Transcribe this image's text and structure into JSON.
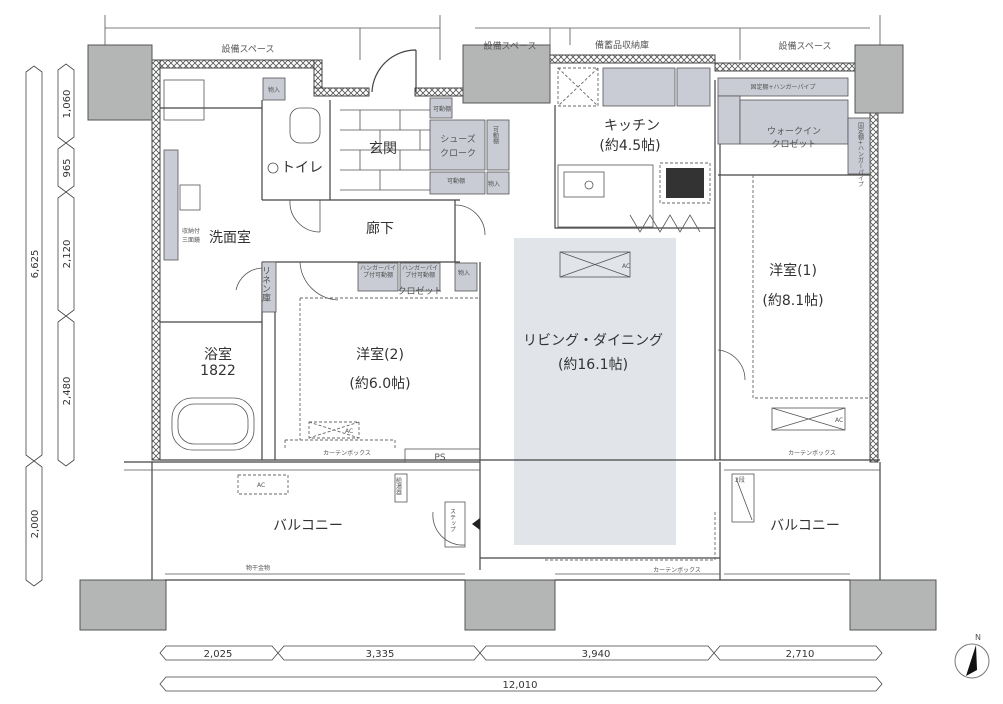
{
  "colors": {
    "living_highlight": "#e1e4e9",
    "storage_fill": "#c9ccd4",
    "pillar": "#b4b5b5",
    "wall_line": "#444444"
  },
  "top_spaces": [
    "設備スペース",
    "設備スペース",
    "備蓄品収納庫",
    "設備スペース"
  ],
  "rooms": {
    "kitchen": {
      "name": "キッチン",
      "size": "(約4.5帖)"
    },
    "walkin": {
      "line1": "ウォークイン",
      "line2": "クロゼット",
      "shelf": "固定棚+ハンガーパイプ",
      "side_shelf": "固定棚+ハンガーパイプ"
    },
    "entrance": "玄関",
    "shoes": {
      "line1": "シューズ",
      "line2": "クローク"
    },
    "toilet": "トイレ",
    "washroom": "洗面室",
    "mirror": {
      "line1": "収納付",
      "line2": "三面鏡"
    },
    "hallway": "廊下",
    "linen": "リネン庫",
    "bath": {
      "name": "浴室",
      "size": "1822"
    },
    "western2": {
      "name": "洋室(2)",
      "size": "(約6.0帖)"
    },
    "living": {
      "name": "リビング・ダイニング",
      "size": "(約16.1帖)"
    },
    "western1": {
      "name": "洋室(1)",
      "size": "(約8.1帖)"
    },
    "balcony_left": "バルコニー",
    "balcony_right": "バルコニー"
  },
  "fixtures": {
    "storage": "物入",
    "movable_shelf": "可動棚",
    "hanger_shelf": "ハンガーパイプ付可動棚",
    "closet": "クロゼット",
    "curtain_box": "カーテンボックス",
    "ps": "PS",
    "ac": "AC",
    "water_heater": "給湯器",
    "step": "ステップ",
    "drying_hardware": "物干金物",
    "two_step": "2段"
  },
  "dimensions": {
    "bottom": [
      "2,025",
      "3,335",
      "3,940",
      "2,710"
    ],
    "total_width": "12,010",
    "left_inner": [
      "1,060",
      "965",
      "2,120",
      "2,480"
    ],
    "left_outer": [
      "6,625",
      "2,000"
    ]
  },
  "compass": "N"
}
